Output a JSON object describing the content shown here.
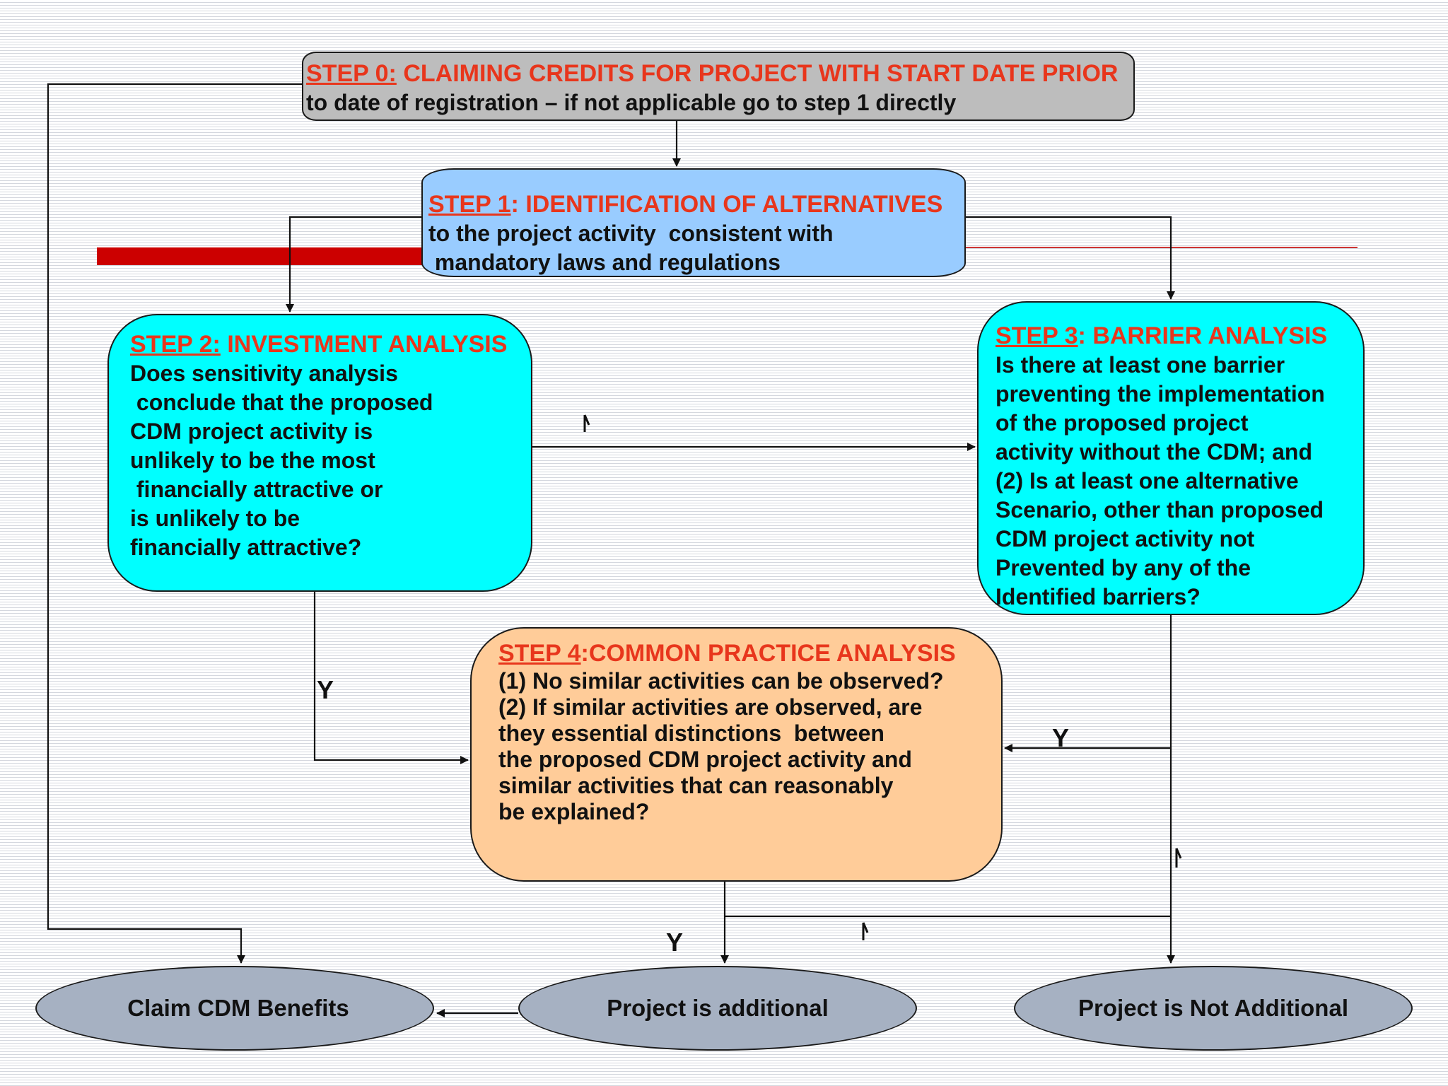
{
  "step0": {
    "title_step": "STEP 0:",
    "title_rest": " CLAIMING CREDITS FOR PROJECT WITH START DATE PRIOR",
    "body": "to date of registration – if not applicable go to step 1 directly"
  },
  "step1": {
    "title_step": "STEP 1",
    "title_rest": ": IDENTIFICATION OF ALTERNATIVES",
    "body": "to the project activity  consistent with\n mandatory laws and regulations"
  },
  "step2": {
    "title_step": "STEP 2",
    "title_colon": ":",
    "title_rest": " INVESTMENT ANALYSIS",
    "body": "Does sensitivity analysis\n conclude that the proposed\nCDM project activity is\nunlikely to be the most\n financially attractive or\nis unlikely to be\nfinancially attractive?"
  },
  "step3": {
    "title_step": "STEP 3",
    "title_rest": ": BARRIER ANALYSIS",
    "body": "Is there at least one barrier\npreventing the implementation\nof the proposed project\nactivity without the CDM; and\n(2) Is at least one alternative\nScenario, other than proposed\nCDM project activity not\nPrevented by any of the\nIdentified barriers?"
  },
  "step4": {
    "title_step": "STEP 4",
    "title_rest": ":COMMON PRACTICE ANALYSIS",
    "body": "(1) No similar activities can be observed?\n(2) If similar activities are observed, are\nthey essential distinctions  between\nthe proposed CDM project activity and\nsimilar activities that can reasonably\nbe explained?"
  },
  "outcomes": {
    "claim": "Claim CDM Benefits",
    "additional": "Project is additional",
    "not_additional": "Project is Not Additional"
  },
  "labels": {
    "step2_yes": "Y",
    "step3_yes": "Y",
    "step4_yes": "Y"
  },
  "colors": {
    "step_title": "#e8361c",
    "step0_fill": "#bdbdbd",
    "step1_fill": "#99ccff",
    "step2_fill": "#00ffff",
    "step3_fill": "#00ffff",
    "step4_fill": "#ffcc99",
    "outcome_fill": "#a6b1c2",
    "accent_bar": "#cc0000"
  }
}
